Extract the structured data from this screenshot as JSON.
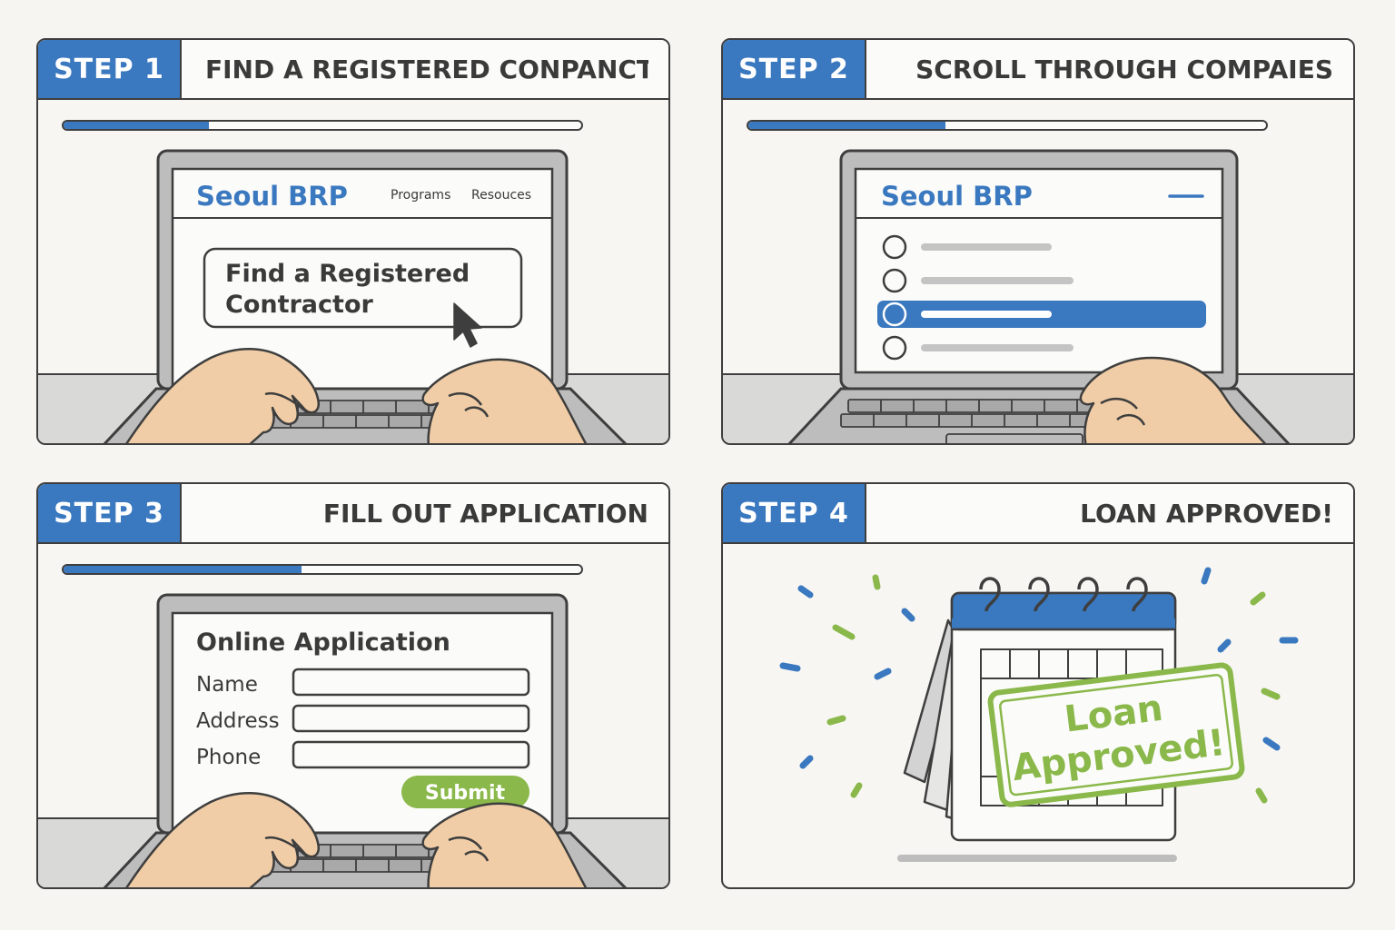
{
  "steps": [
    {
      "label": "STEP 1",
      "title": "FIND A REGISTERED CONPANCTOR",
      "progress": 0.28
    },
    {
      "label": "STEP 2",
      "title": "SCROLL THROUGH COMPAIES",
      "progress": 0.38
    },
    {
      "label": "STEP 3",
      "title": "FILL OUT APPLICATION",
      "progress": 0.46
    },
    {
      "label": "STEP 4",
      "title": "LOAN APPROVED!"
    }
  ],
  "step1_screen": {
    "brand": "Seoul BRP",
    "nav": [
      "Programs",
      "Resouces"
    ],
    "button_line1": "Find a Registered",
    "button_line2": "Contractor"
  },
  "step2_screen": {
    "brand": "Seoul BRP",
    "list_selected_index": 2,
    "list_count": 4
  },
  "step3_screen": {
    "heading": "Online Application",
    "fields": [
      "Name",
      "Address",
      "Phone"
    ],
    "submit": "Submit"
  },
  "step4_stamp": {
    "line1": "Loan",
    "line2": "Approved!"
  },
  "colors": {
    "accent_blue": "#3a78bf",
    "approve_green": "#8ab84a",
    "skin": "#f0cda6",
    "outline": "#3e3e3e"
  }
}
